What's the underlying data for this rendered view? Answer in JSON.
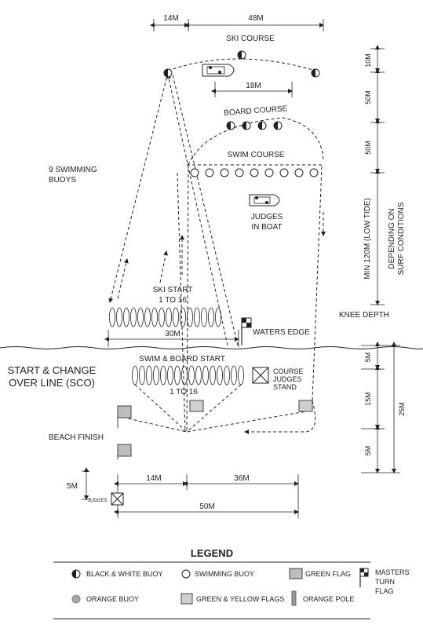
{
  "labels": {
    "ski_course": "SKI COURSE",
    "board_course": "BOARD COURSE",
    "swim_course": "SWIM COURSE",
    "nine_buoys_1": "9 SWIMMING",
    "nine_buoys_2": "BUOYS",
    "judges_boat_1": "JUDGES",
    "judges_boat_2": "IN BOAT",
    "ski_start_1": "SKI START",
    "ski_start_2": "1 TO 16",
    "waters_edge": "WATERS EDGE",
    "swim_board_start": "SWIM & BOARD START",
    "swim_board_range": "1 TO 16",
    "course_judges_1": "COURSE",
    "course_judges_2": "JUDGES",
    "course_judges_3": "STAND",
    "sco_1": "START & CHANGE",
    "sco_2": "OVER LINE (SCO)",
    "beach_finish": "BEACH FINISH",
    "judges": "JUDGES",
    "knee_depth": "KNEE DEPTH",
    "min_120": "MIN 120M (LOW TIDE)",
    "depending_1": "DEPENDING ON",
    "depending_2": "SURF CONDITIONS"
  },
  "dimensions": {
    "top_14": "14M",
    "top_48": "48M",
    "mid_18": "18M",
    "right_10": "10M",
    "right_50a": "50M",
    "right_50b": "50M",
    "beach_30": "30M",
    "beach_5a": "5M",
    "beach_15": "15M",
    "beach_5b": "5M",
    "beach_25": "25M",
    "left_5": "5M",
    "bottom_14": "14M",
    "bottom_36": "36M",
    "bottom_50": "50M"
  },
  "legend": {
    "title": "LEGEND",
    "bw_buoy": "BLACK & WHITE BUOY",
    "swim_buoy": "SWIMMING BUOY",
    "green_flag": "GREEN FLAG",
    "masters_1": "MASTERS",
    "masters_2": "TURN",
    "masters_3": "FLAG",
    "orange_buoy": "ORANGE BUOY",
    "green_yellow": "GREEN & YELLOW FLAGS",
    "orange_pole": "ORANGE POLE"
  },
  "colors": {
    "ink": "#222222",
    "flag_grey": "#bdbdbd",
    "orange_buoy": "#a6a6a6",
    "pole": "#9a9a9a"
  }
}
